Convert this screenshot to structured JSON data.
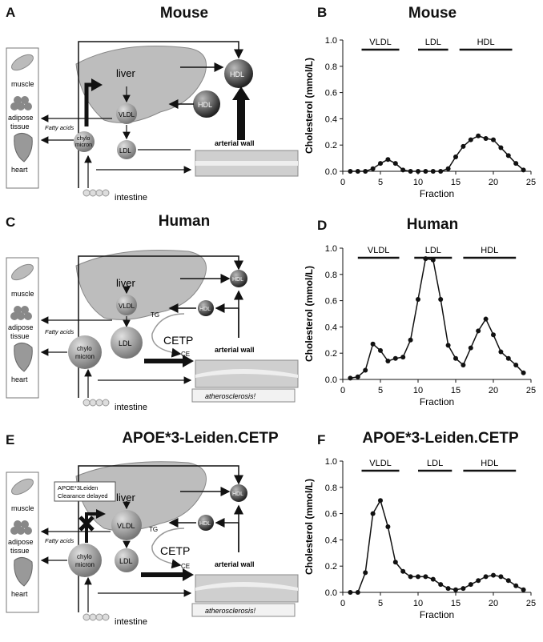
{
  "panels": {
    "A": {
      "letter": "A",
      "title": "Mouse"
    },
    "B": {
      "letter": "B",
      "title": "Mouse"
    },
    "C": {
      "letter": "C",
      "title": "Human"
    },
    "D": {
      "letter": "D",
      "title": "Human"
    },
    "E": {
      "letter": "E",
      "title": "APOE*3-Leiden.CETP"
    },
    "F": {
      "letter": "F",
      "title": "APOE*3-Leiden.CETP"
    }
  },
  "diagram_labels": {
    "muscle": "muscle",
    "adipose": "adipose",
    "tissue": "tissue",
    "heart": "heart",
    "fatty_acids": "Fatty acids",
    "liver": "liver",
    "vldl": "VLDL",
    "ldl": "LDL",
    "hdl": "HDL",
    "chylo_a": "chylo",
    "chylo_b": "micron",
    "arterial_wall": "arterial wall",
    "intestine": "intestine",
    "cetp": "CETP",
    "tg": "TG",
    "ce": "CE",
    "atherosclerosis": "atherosclerosis!",
    "apoe_note_1": "APOE*3Leiden",
    "apoe_note_2": "Clearance delayed"
  },
  "chart_data": [
    {
      "type": "line",
      "panel": "B",
      "title": "Mouse",
      "xlabel": "Fraction",
      "ylabel": "Cholesterol (mmol/L)",
      "xlim": [
        0,
        25
      ],
      "ylim": [
        0,
        1.0
      ],
      "xticks": [
        0,
        5,
        10,
        15,
        20,
        25
      ],
      "yticks": [
        "0.0",
        "0.2",
        "0.4",
        "0.6",
        "0.8",
        "1.0"
      ],
      "regions": [
        {
          "label": "VLDL",
          "from": 2.5,
          "to": 7.5
        },
        {
          "label": "LDL",
          "from": 10,
          "to": 14
        },
        {
          "label": "HDL",
          "from": 15.5,
          "to": 22.5
        }
      ],
      "x": [
        1,
        2,
        3,
        4,
        5,
        6,
        7,
        8,
        9,
        10,
        11,
        12,
        13,
        14,
        15,
        16,
        17,
        18,
        19,
        20,
        21,
        22,
        23,
        24
      ],
      "y": [
        0,
        0,
        0,
        0.02,
        0.06,
        0.09,
        0.06,
        0.01,
        0,
        0,
        0,
        0,
        0,
        0.02,
        0.11,
        0.19,
        0.24,
        0.27,
        0.25,
        0.24,
        0.18,
        0.12,
        0.06,
        0.01
      ]
    },
    {
      "type": "line",
      "panel": "D",
      "title": "Human",
      "xlabel": "Fraction",
      "ylabel": "Cholesterol (mmol/L)",
      "xlim": [
        0,
        25
      ],
      "ylim": [
        0,
        1.0
      ],
      "xticks": [
        0,
        5,
        10,
        15,
        20,
        25
      ],
      "yticks": [
        "0.0",
        "0.2",
        "0.4",
        "0.6",
        "0.8",
        "1.0"
      ],
      "regions": [
        {
          "label": "VLDL",
          "from": 2,
          "to": 7.5
        },
        {
          "label": "LDL",
          "from": 9.5,
          "to": 14.5
        },
        {
          "label": "HDL",
          "from": 16,
          "to": 23
        }
      ],
      "x": [
        1,
        2,
        3,
        4,
        5,
        6,
        7,
        8,
        9,
        10,
        11,
        12,
        13,
        14,
        15,
        16,
        17,
        18,
        19,
        20,
        21,
        22,
        23,
        24
      ],
      "y": [
        0.01,
        0.02,
        0.07,
        0.27,
        0.22,
        0.14,
        0.16,
        0.17,
        0.3,
        0.61,
        0.92,
        0.91,
        0.61,
        0.26,
        0.16,
        0.11,
        0.24,
        0.37,
        0.46,
        0.34,
        0.21,
        0.16,
        0.11,
        0.05
      ]
    },
    {
      "type": "line",
      "panel": "F",
      "title": "APOE*3-Leiden.CETP",
      "xlabel": "Fraction",
      "ylabel": "Cholesterol (mmol/L)",
      "xlim": [
        0,
        25
      ],
      "ylim": [
        0,
        1.0
      ],
      "xticks": [
        0,
        5,
        10,
        15,
        20,
        25
      ],
      "yticks": [
        "0.0",
        "0.2",
        "0.4",
        "0.6",
        "0.8",
        "1.0"
      ],
      "regions": [
        {
          "label": "VLDL",
          "from": 2.5,
          "to": 7.5
        },
        {
          "label": "LDL",
          "from": 10,
          "to": 14.5
        },
        {
          "label": "HDL",
          "from": 16,
          "to": 23
        }
      ],
      "x": [
        1,
        2,
        3,
        4,
        5,
        6,
        7,
        8,
        9,
        10,
        11,
        12,
        13,
        14,
        15,
        16,
        17,
        18,
        19,
        20,
        21,
        22,
        23,
        24
      ],
      "y": [
        0,
        0,
        0.15,
        0.6,
        0.7,
        0.5,
        0.23,
        0.16,
        0.12,
        0.12,
        0.12,
        0.1,
        0.06,
        0.03,
        0.02,
        0.03,
        0.06,
        0.09,
        0.12,
        0.13,
        0.12,
        0.09,
        0.05,
        0.02
      ]
    }
  ]
}
